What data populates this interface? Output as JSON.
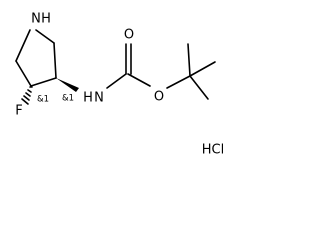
{
  "structure": {
    "atoms": {
      "nitrogen_ring": "N",
      "hydrogen_ring": "H",
      "fluorine": "F",
      "nitrogen_amide": "N",
      "hydrogen_amide": "H",
      "oxygen_carbonyl": "O",
      "oxygen_ester": "O"
    },
    "stereo_labels": {
      "c4": "&1",
      "c3": "&1"
    },
    "salt": "HCl"
  }
}
